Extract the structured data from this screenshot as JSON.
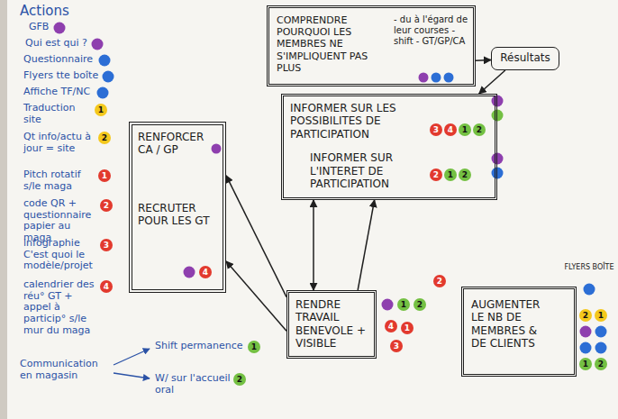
{
  "diagram": {
    "nodes": [
      {
        "text": [
          "COMPRENDRE POURQUOI LES MEMBRES NE S'IMPLIQUENT PAS PLUS",
          "- du à l'égard de leur courses - shift - GT/GP/CA"
        ]
      },
      {
        "text": [
          "Résultats"
        ]
      },
      {
        "text": [
          "INFORMER SUR LES POSSIBILITES DE PARTICIPATION",
          "INFORMER SUR L'INTERET DE PARTICIPATION"
        ]
      },
      {
        "text": [
          "RENFORCER CA / GP",
          "RECRUTER POUR LES GT"
        ]
      },
      {
        "text": [
          "RENDRE TRAVAIL BENEVOLE + VISIBLE"
        ]
      },
      {
        "text": [
          "AUGMENTER LE NB DE MEMBRES & DE CLIENTS"
        ]
      }
    ],
    "edges": [
      {
        "from": 0,
        "to": 1,
        "arrow": "to"
      },
      {
        "from": 1,
        "to": 2,
        "arrow": "to"
      },
      {
        "from": 4,
        "to": 3,
        "arrow": "to"
      },
      {
        "from": 4,
        "to": 3,
        "arrow": "to"
      },
      {
        "from": 4,
        "to": 2,
        "arrow": "both"
      },
      {
        "from": 4,
        "to": 2,
        "arrow": "to"
      }
    ],
    "labels": [
      "Actions",
      "GFB",
      "Qui est qui ?",
      "Questionnaire",
      "Flyers tte boîte",
      "Affiche TF/NC",
      "Traduction site",
      "1",
      "Qt info/actu à jour = site",
      "2",
      "Pitch rotatif s/le maga",
      "1",
      "code QR + questionnaire papier au maga",
      "2",
      "infographie C'est quoi le modèle/projet",
      "3",
      "calendrier des réu° GT + appel à particip° s/le mur du maga",
      "4",
      "Communication en magasin",
      "Shift permanence",
      "1",
      "W/ sur l'accueil oral",
      "2",
      "3",
      "4",
      "1",
      "2",
      "2",
      "1",
      "2",
      "4",
      "1",
      "2",
      "4",
      "1",
      "3",
      "2",
      "FLYERS BOÎTE",
      "2",
      "1",
      "1",
      "2"
    ]
  }
}
